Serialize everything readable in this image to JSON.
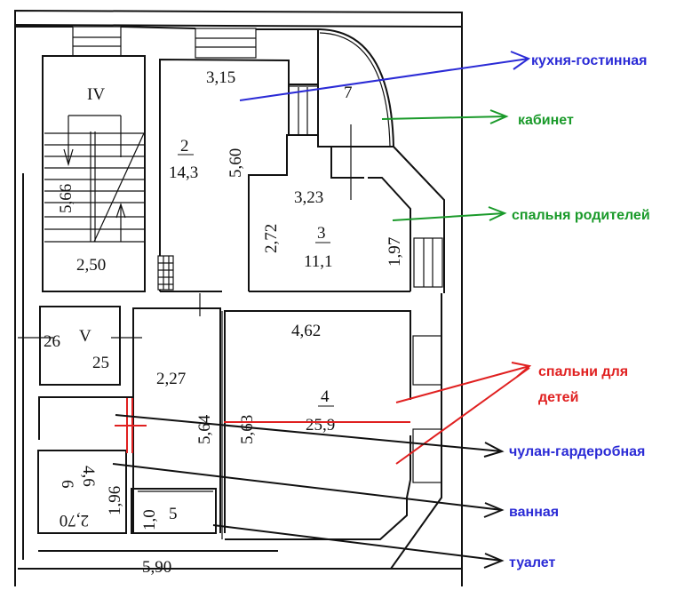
{
  "plan": {
    "stair": {
      "name": "IV",
      "width": "2,50",
      "length": "5,66"
    },
    "room2": {
      "number": "2",
      "area": "14,3",
      "width": "3,15",
      "length": "5,60"
    },
    "room3": {
      "number": "3",
      "area": "11,1",
      "width": "3,23",
      "left": "2,72",
      "right": "1,97"
    },
    "room7": {
      "number": "7"
    },
    "roomV": {
      "name": "V",
      "left": "26",
      "right": "25"
    },
    "corridor": {
      "width": "2,27",
      "length": "5,64"
    },
    "room4": {
      "number": "4",
      "area": "25,9",
      "width": "4,62",
      "length": "5,63"
    },
    "room6": {
      "number": "6",
      "area": "4,6",
      "length": "1,96",
      "width": "2,70"
    },
    "room5": {
      "number": "5",
      "width": "1,0"
    },
    "bottom": {
      "dim": "5,90"
    }
  },
  "annotations": [
    {
      "label": "кухня-гостинная",
      "color": "#2b2bd6"
    },
    {
      "label": "кабинет",
      "color": "#1a9a2a"
    },
    {
      "label": "спальня родителей",
      "color": "#1a9a2a"
    },
    {
      "label": "спальни для",
      "label2": "детей",
      "color": "#e02020"
    },
    {
      "label": "чулан-гардеробная",
      "color": "#111111"
    },
    {
      "label": "ванная",
      "color": "#111111"
    },
    {
      "label": "туалет",
      "color": "#111111"
    }
  ]
}
